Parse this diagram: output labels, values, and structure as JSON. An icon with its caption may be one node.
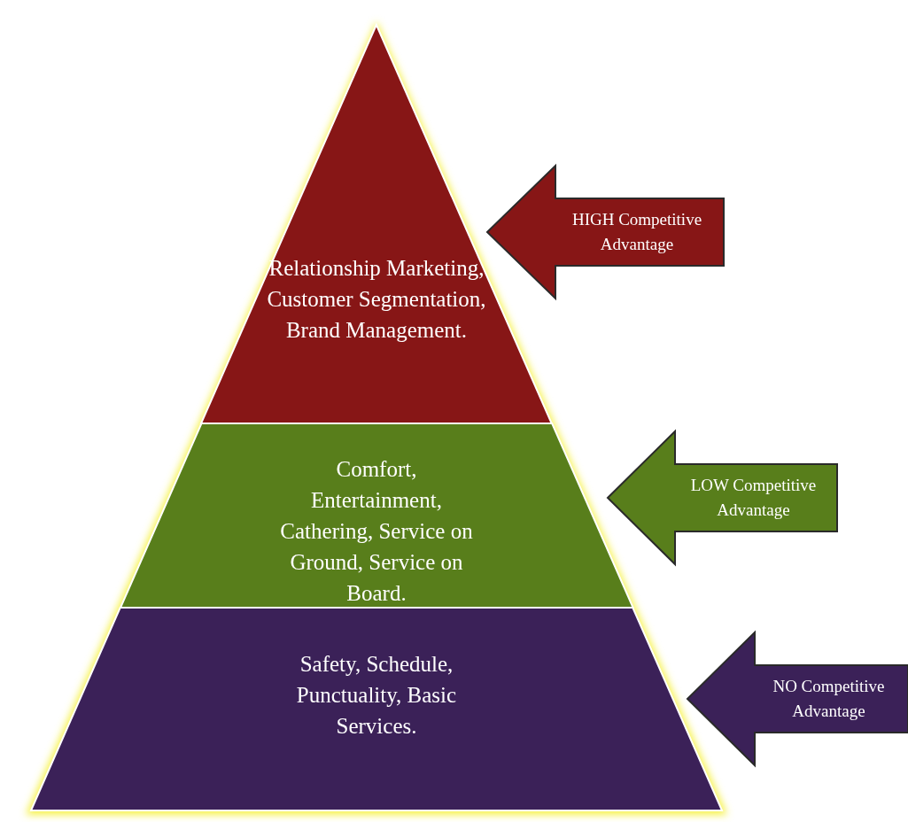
{
  "diagram": {
    "nodes": [
      {
        "text": [
          "Relationship Marketing, Customer Segmentation, Brand Management."
        ]
      },
      {
        "text": [
          "Comfort, Entertainment, Cathering, Service on Ground, Service on Board."
        ]
      },
      {
        "text": [
          "Safety, Schedule, Punctuality, Basic Services."
        ]
      },
      {
        "text": [
          "HIGH Competitive Advantage"
        ]
      },
      {
        "text": [
          "LOW Competitive Advantage"
        ]
      },
      {
        "text": [
          "NO Competitive Advantage"
        ]
      }
    ]
  }
}
